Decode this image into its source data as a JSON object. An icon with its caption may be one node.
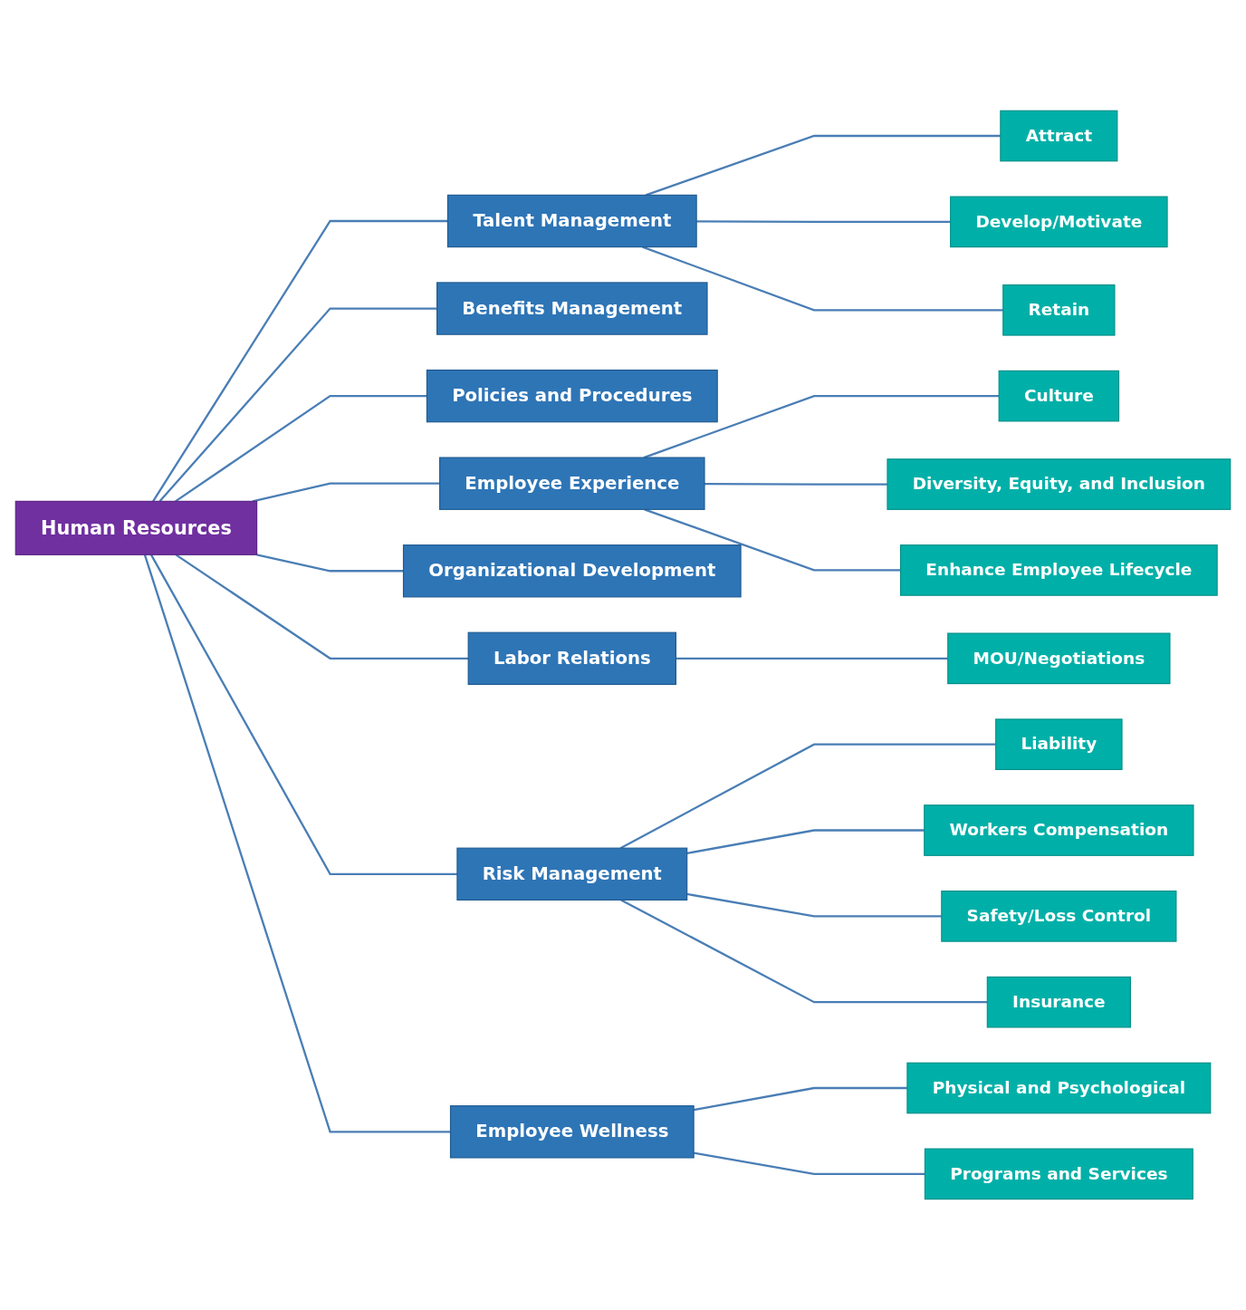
{
  "diagram": {
    "nodes": [
      {
        "text": [
          "Human Resources"
        ]
      },
      {
        "text": [
          "Talent Management"
        ]
      },
      {
        "text": [
          "Attract"
        ]
      },
      {
        "text": [
          "Develop/Motivate"
        ]
      },
      {
        "text": [
          "Retain"
        ]
      },
      {
        "text": [
          "Benefits Management"
        ]
      },
      {
        "text": [
          "Policies and Procedures"
        ]
      },
      {
        "text": [
          "Employee Experience"
        ]
      },
      {
        "text": [
          "Culture"
        ]
      },
      {
        "text": [
          "Diversity, Equity, and Inclusion"
        ]
      },
      {
        "text": [
          "Enhance Employee Lifecycle"
        ]
      },
      {
        "text": [
          "Organizational Development"
        ]
      },
      {
        "text": [
          "Labor Relations"
        ]
      },
      {
        "text": [
          "MOU/Negotiations"
        ]
      },
      {
        "text": [
          "Risk Management"
        ]
      },
      {
        "text": [
          "Liability"
        ]
      },
      {
        "text": [
          "Workers Compensation"
        ]
      },
      {
        "text": [
          "Safety/Loss Control"
        ]
      },
      {
        "text": [
          "Insurance"
        ]
      },
      {
        "text": [
          "Employee Wellness"
        ]
      },
      {
        "text": [
          "Physical and Psychological"
        ]
      },
      {
        "text": [
          "Programs and Services"
        ]
      }
    ],
    "edges": [
      {
        "from": 0,
        "to": 1,
        "arrow": "none"
      },
      {
        "from": 0,
        "to": 5,
        "arrow": "none"
      },
      {
        "from": 0,
        "to": 6,
        "arrow": "none"
      },
      {
        "from": 0,
        "to": 7,
        "arrow": "none"
      },
      {
        "from": 0,
        "to": 11,
        "arrow": "none"
      },
      {
        "from": 0,
        "to": 12,
        "arrow": "none"
      },
      {
        "from": 0,
        "to": 14,
        "arrow": "none"
      },
      {
        "from": 0,
        "to": 19,
        "arrow": "none"
      },
      {
        "from": 1,
        "to": 2,
        "arrow": "none"
      },
      {
        "from": 1,
        "to": 3,
        "arrow": "none"
      },
      {
        "from": 1,
        "to": 4,
        "arrow": "none"
      },
      {
        "from": 7,
        "to": 8,
        "arrow": "none"
      },
      {
        "from": 7,
        "to": 9,
        "arrow": "none"
      },
      {
        "from": 7,
        "to": 10,
        "arrow": "none"
      },
      {
        "from": 12,
        "to": 13,
        "arrow": "none"
      },
      {
        "from": 14,
        "to": 15,
        "arrow": "none"
      },
      {
        "from": 14,
        "to": 16,
        "arrow": "none"
      },
      {
        "from": 14,
        "to": 17,
        "arrow": "none"
      },
      {
        "from": 14,
        "to": 18,
        "arrow": "none"
      },
      {
        "from": 19,
        "to": 20,
        "arrow": "none"
      },
      {
        "from": 19,
        "to": 21,
        "arrow": "none"
      }
    ]
  }
}
